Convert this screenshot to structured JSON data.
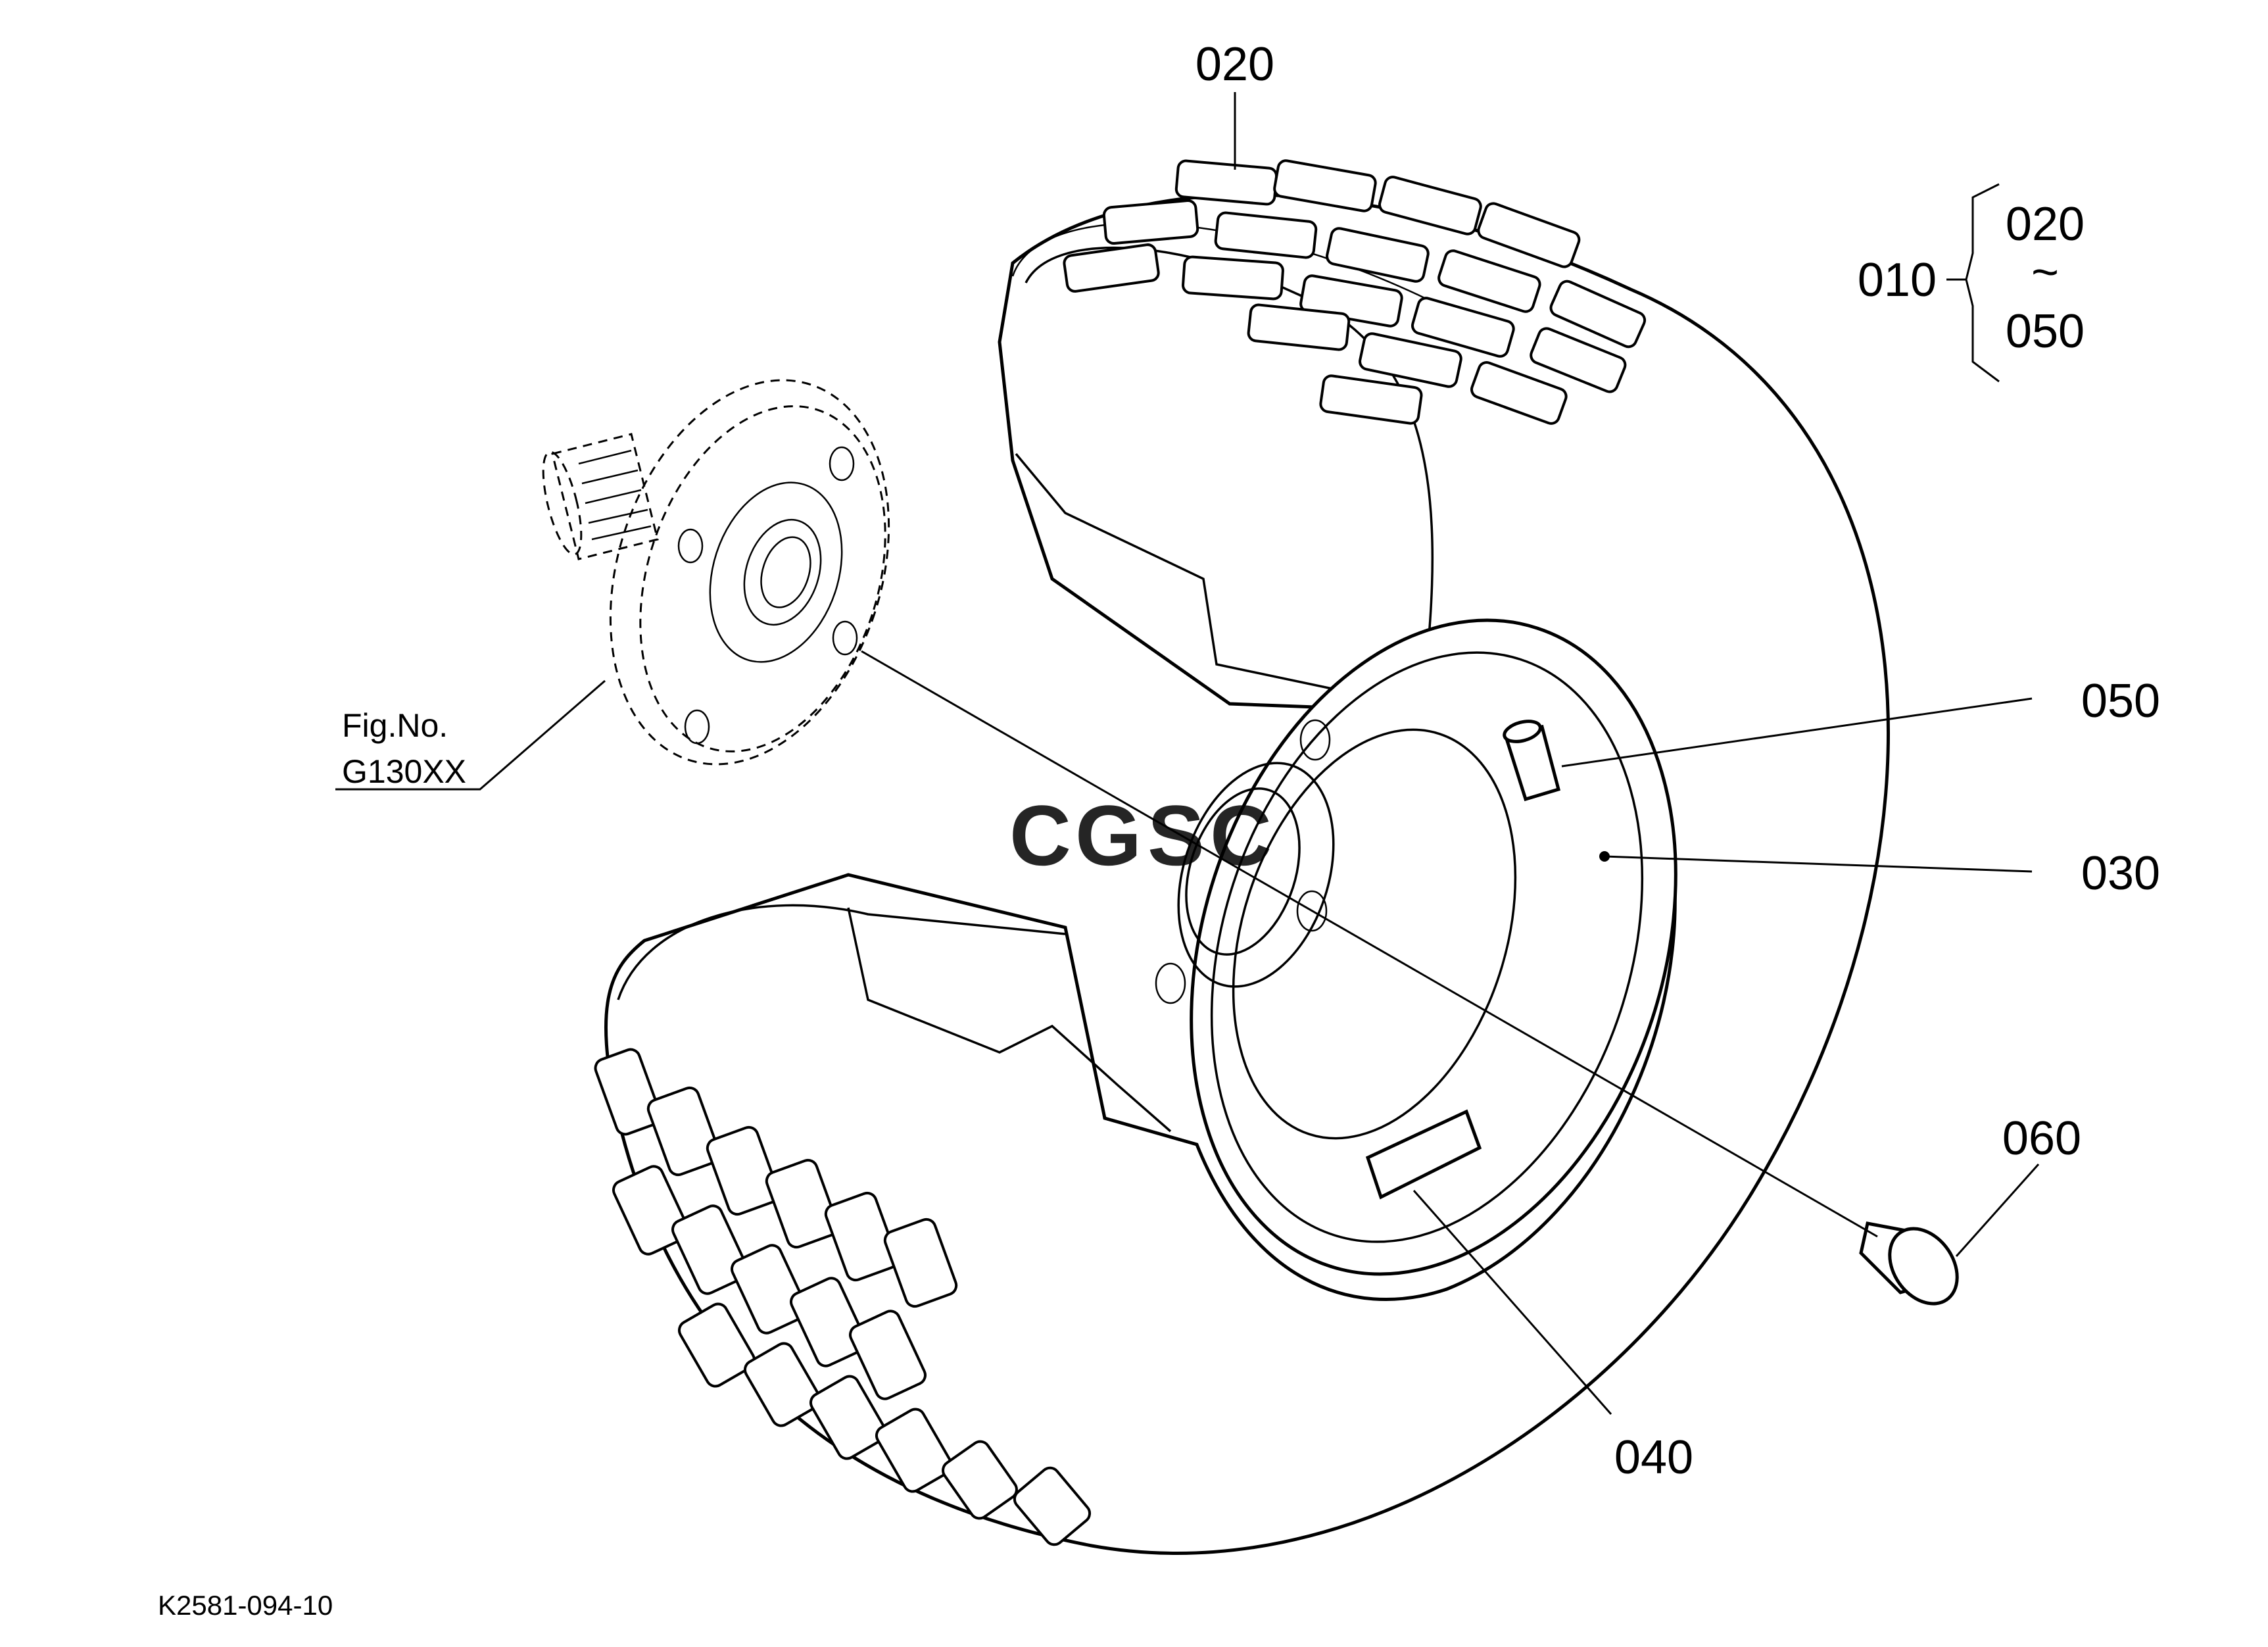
{
  "callouts": {
    "c020_top": "020",
    "c010": "010",
    "c020_range": "020",
    "range_sep": "~",
    "c050_range": "050",
    "c050": "050",
    "c030": "030",
    "c060": "060",
    "c040": "040"
  },
  "figure_ref": {
    "line1": "Fig.No.",
    "line2": "G130XX"
  },
  "watermark": {
    "text": "CGSC",
    "colors": [
      "#4a8ef0",
      "#f08a7e",
      "#f2c84b",
      "#5cb87a"
    ]
  },
  "document_id": "K2581-094-10"
}
